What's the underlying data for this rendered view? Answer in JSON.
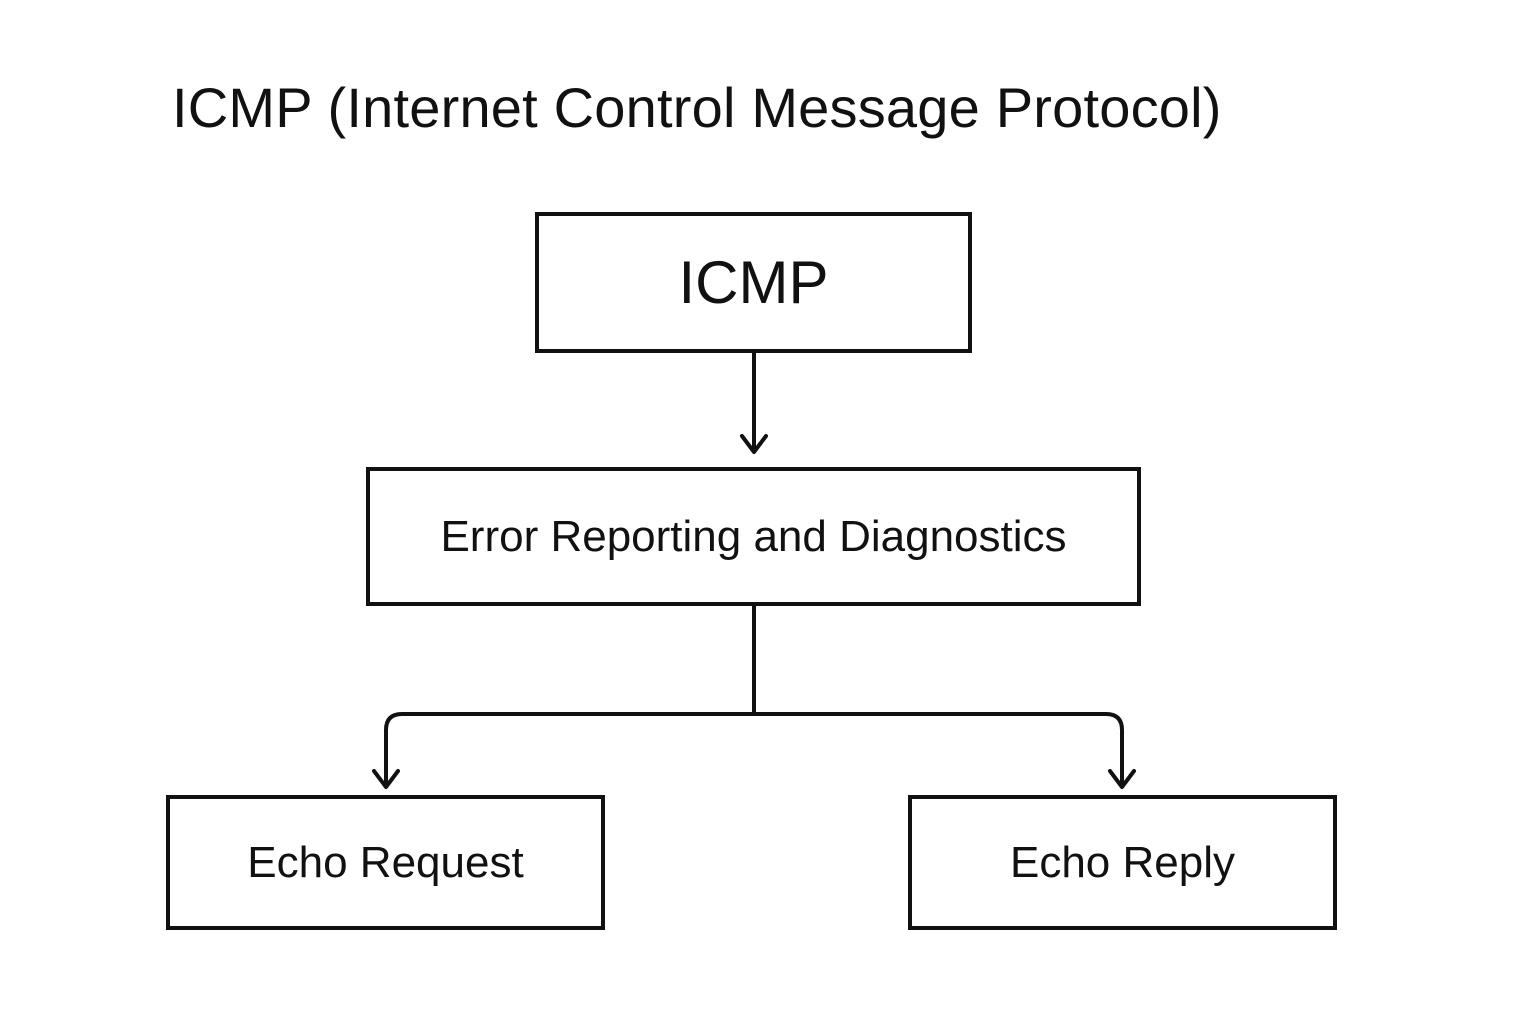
{
  "diagram": {
    "title": "ICMP (Internet Control Message Protocol)",
    "nodes": {
      "root": {
        "label": "ICMP"
      },
      "category": {
        "label": "Error Reporting and Diagnostics"
      },
      "left_leaf": {
        "label": "Echo Request"
      },
      "right_leaf": {
        "label": "Echo Reply"
      }
    },
    "edges": [
      {
        "from": "ICMP",
        "to": "Error Reporting and Diagnostics"
      },
      {
        "from": "Error Reporting and Diagnostics",
        "to": "Echo Request"
      },
      {
        "from": "Error Reporting and Diagnostics",
        "to": "Echo Reply"
      }
    ],
    "colors": {
      "stroke": "#111111",
      "background": "#ffffff",
      "text": "#111111"
    }
  }
}
